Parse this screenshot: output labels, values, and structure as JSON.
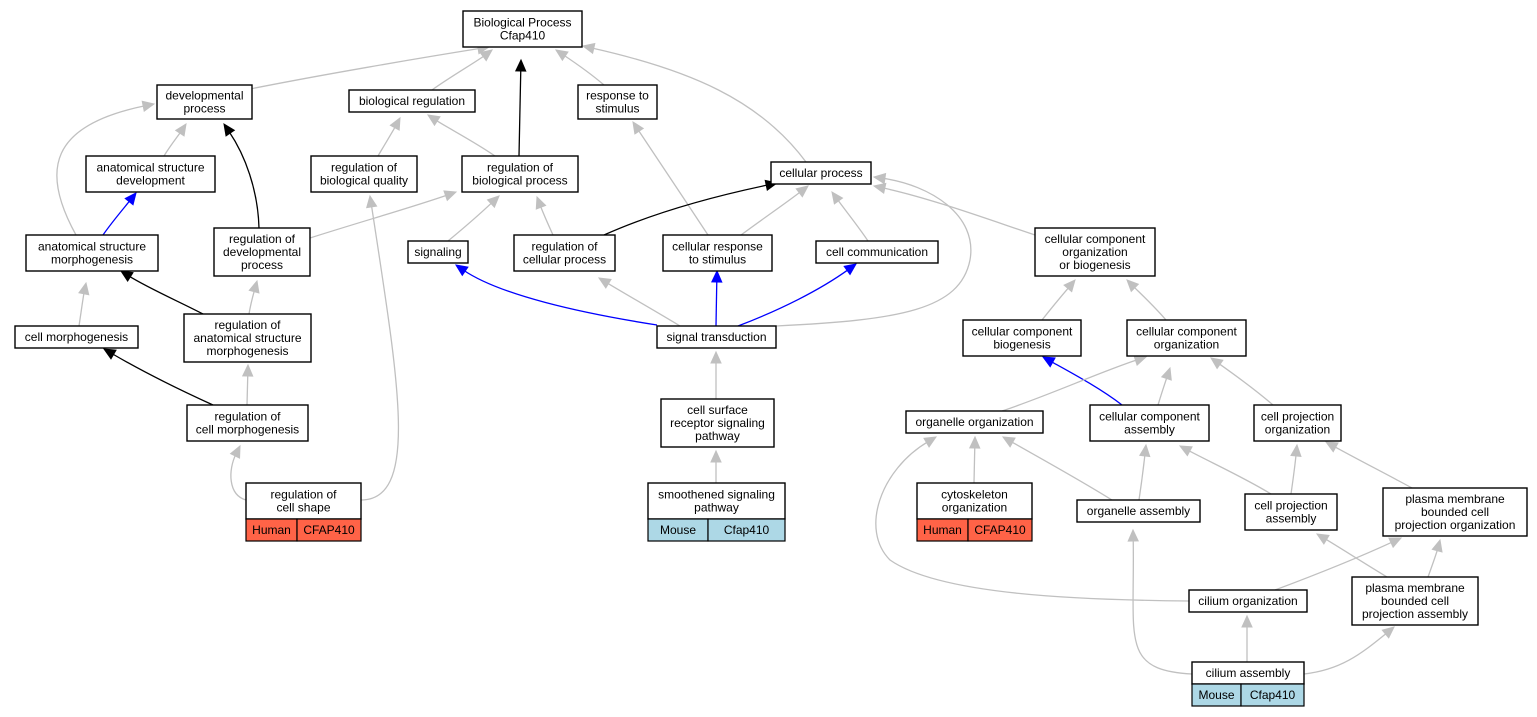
{
  "colors": {
    "gray_edge": "#c0c0c0",
    "black_edge": "#000000",
    "blue_edge": "#0000ff",
    "human_tag": "#ff6347",
    "mouse_tag": "#add8e6"
  },
  "nodes": {
    "bp": [
      "Biological Process",
      "Cfap410"
    ],
    "dev": [
      "developmental",
      "process"
    ],
    "bioreg": [
      "biological regulation"
    ],
    "resp": [
      "response to",
      "stimulus"
    ],
    "asd": [
      "anatomical structure",
      "development"
    ],
    "rbq": [
      "regulation of",
      "biological quality"
    ],
    "rbp": [
      "regulation of",
      "biological process"
    ],
    "cellproc": [
      "cellular process"
    ],
    "asm": [
      "anatomical structure",
      "morphogenesis"
    ],
    "rdp": [
      "regulation of",
      "developmental",
      "process"
    ],
    "signaling": [
      "signaling"
    ],
    "rcp": [
      "regulation of",
      "cellular process"
    ],
    "crs": [
      "cellular response",
      "to stimulus"
    ],
    "cellcomm": [
      "cell communication"
    ],
    "ccob": [
      "cellular component",
      "organization",
      "or biogenesis"
    ],
    "cellmorph": [
      "cell morphogenesis"
    ],
    "rasm": [
      "regulation of",
      "anatomical structure",
      "morphogenesis"
    ],
    "sigtrans": [
      "signal transduction"
    ],
    "ccb": [
      "cellular component",
      "biogenesis"
    ],
    "cco": [
      "cellular component",
      "organization"
    ],
    "rcm": [
      "regulation of",
      "cell morphogenesis"
    ],
    "csrsp": [
      "cell surface",
      "receptor signaling",
      "pathway"
    ],
    "orgorg": [
      "organelle organization"
    ],
    "cca": [
      "cellular component",
      "assembly"
    ],
    "cpo": [
      "cell projection",
      "organization"
    ],
    "rcs": [
      "regulation of",
      "cell shape"
    ],
    "ssp": [
      "smoothened signaling",
      "pathway"
    ],
    "cytoorg": [
      "cytoskeleton",
      "organization"
    ],
    "orgasm": [
      "organelle assembly"
    ],
    "cpa": [
      "cell projection",
      "assembly"
    ],
    "pmbcpo": [
      "plasma membrane",
      "bounded cell",
      "projection organization"
    ],
    "ciliumorg": [
      "cilium organization"
    ],
    "pmbcpa": [
      "plasma membrane",
      "bounded cell",
      "projection assembly"
    ],
    "ciliumasm": [
      "cilium assembly"
    ]
  },
  "annotations": {
    "rcs": [
      "Human",
      "CFAP410"
    ],
    "ssp": [
      "Mouse",
      "Cfap410"
    ],
    "cytoorg": [
      "Human",
      "CFAP410"
    ],
    "ciliumasm": [
      "Mouse",
      "Cfap410"
    ]
  },
  "edges": [
    {
      "from": "dev",
      "to": "bp",
      "type": "gray"
    },
    {
      "from": "bioreg",
      "to": "bp",
      "type": "gray"
    },
    {
      "from": "resp",
      "to": "bp",
      "type": "gray"
    },
    {
      "from": "cellproc",
      "to": "bp",
      "type": "gray"
    },
    {
      "from": "rbp",
      "to": "bp",
      "type": "black"
    },
    {
      "from": "asd",
      "to": "dev",
      "type": "gray"
    },
    {
      "from": "asm",
      "to": "dev",
      "type": "gray"
    },
    {
      "from": "rdp",
      "to": "dev",
      "type": "black"
    },
    {
      "from": "rbq",
      "to": "bioreg",
      "type": "gray"
    },
    {
      "from": "rbp",
      "to": "bioreg",
      "type": "gray"
    },
    {
      "from": "crs",
      "to": "resp",
      "type": "gray"
    },
    {
      "from": "asm",
      "to": "asd",
      "type": "blue"
    },
    {
      "from": "rdp",
      "to": "rbp",
      "type": "gray"
    },
    {
      "from": "signaling",
      "to": "rbp",
      "type": "gray"
    },
    {
      "from": "rcp",
      "to": "rbp",
      "type": "gray"
    },
    {
      "from": "rcp",
      "to": "cellproc",
      "type": "black"
    },
    {
      "from": "crs",
      "to": "cellproc",
      "type": "gray"
    },
    {
      "from": "cellcomm",
      "to": "cellproc",
      "type": "gray"
    },
    {
      "from": "ccob",
      "to": "cellproc",
      "type": "gray"
    },
    {
      "from": "sigtrans",
      "to": "cellproc",
      "type": "gray"
    },
    {
      "from": "cellmorph",
      "to": "asm",
      "type": "gray"
    },
    {
      "from": "rasm",
      "to": "asm",
      "type": "black"
    },
    {
      "from": "rasm",
      "to": "rdp",
      "type": "gray"
    },
    {
      "from": "sigtrans",
      "to": "signaling",
      "type": "blue"
    },
    {
      "from": "sigtrans",
      "to": "rcp",
      "type": "gray"
    },
    {
      "from": "sigtrans",
      "to": "crs",
      "type": "blue"
    },
    {
      "from": "sigtrans",
      "to": "cellcomm",
      "type": "blue"
    },
    {
      "from": "ccb",
      "to": "ccob",
      "type": "gray"
    },
    {
      "from": "cco",
      "to": "ccob",
      "type": "gray"
    },
    {
      "from": "rcm",
      "to": "cellmorph",
      "type": "black"
    },
    {
      "from": "rcm",
      "to": "rasm",
      "type": "gray"
    },
    {
      "from": "csrsp",
      "to": "sigtrans",
      "type": "gray"
    },
    {
      "from": "cca",
      "to": "ccb",
      "type": "blue"
    },
    {
      "from": "orgorg",
      "to": "cco",
      "type": "gray"
    },
    {
      "from": "cca",
      "to": "cco",
      "type": "gray"
    },
    {
      "from": "cpo",
      "to": "cco",
      "type": "gray"
    },
    {
      "from": "rcs",
      "to": "rcm",
      "type": "gray"
    },
    {
      "from": "rcs",
      "to": "rbq",
      "type": "gray"
    },
    {
      "from": "ssp",
      "to": "csrsp",
      "type": "gray"
    },
    {
      "from": "cytoorg",
      "to": "orgorg",
      "type": "gray"
    },
    {
      "from": "orgasm",
      "to": "orgorg",
      "type": "gray"
    },
    {
      "from": "ciliumorg",
      "to": "orgorg",
      "type": "gray"
    },
    {
      "from": "orgasm",
      "to": "cca",
      "type": "gray"
    },
    {
      "from": "cpa",
      "to": "cca",
      "type": "gray"
    },
    {
      "from": "cpa",
      "to": "cpo",
      "type": "gray"
    },
    {
      "from": "pmbcpo",
      "to": "cpo",
      "type": "gray"
    },
    {
      "from": "ciliumasm",
      "to": "orgasm",
      "type": "gray"
    },
    {
      "from": "pmbcpa",
      "to": "cpa",
      "type": "gray"
    },
    {
      "from": "ciliumorg",
      "to": "pmbcpo",
      "type": "gray"
    },
    {
      "from": "pmbcpa",
      "to": "pmbcpo",
      "type": "gray"
    },
    {
      "from": "ciliumasm",
      "to": "ciliumorg",
      "type": "gray"
    },
    {
      "from": "ciliumasm",
      "to": "pmbcpa",
      "type": "gray"
    }
  ]
}
